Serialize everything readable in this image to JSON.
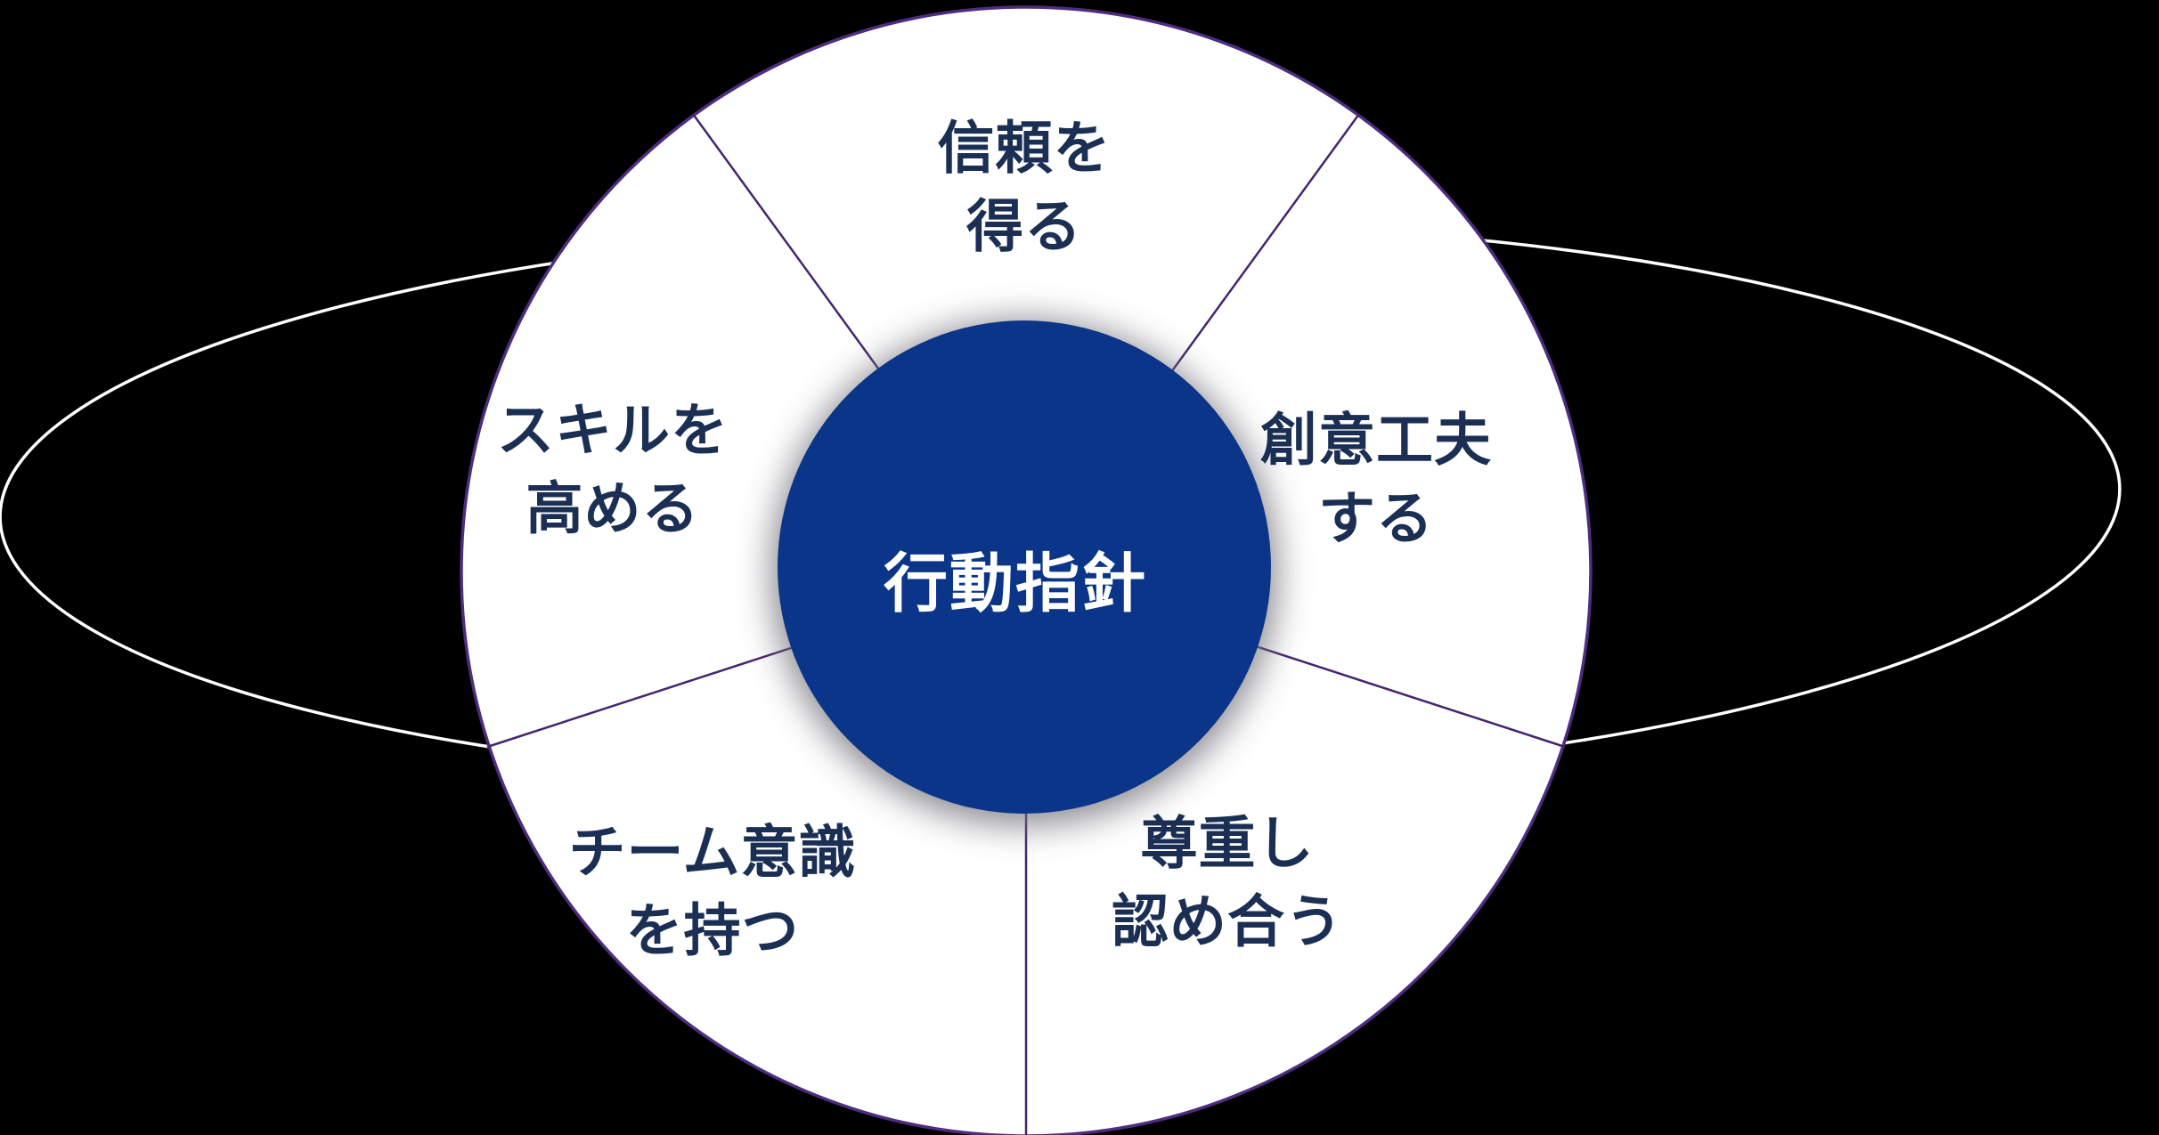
{
  "diagram": {
    "center_label": "行動指針",
    "segments": [
      {
        "position": "top",
        "label": "信頼を\n得る"
      },
      {
        "position": "right",
        "label": "創意工夫\nする"
      },
      {
        "position": "bottom-right",
        "label": "尊重し\n認め合う"
      },
      {
        "position": "bottom-left",
        "label": "チーム意識\nを持つ"
      },
      {
        "position": "left",
        "label": "スキルを\n高める"
      }
    ]
  },
  "colors": {
    "background": "#000000",
    "disc_fill": "#ffffff",
    "rim_stroke": "#4e2d80",
    "divider_stroke": "#44266e",
    "orbit_stroke": "#ffffff",
    "center_circle_fill": "#0b3588",
    "center_shadow": "#6f6f78",
    "segment_label_color": "#1b2f54",
    "center_label_color": "#ffffff"
  }
}
